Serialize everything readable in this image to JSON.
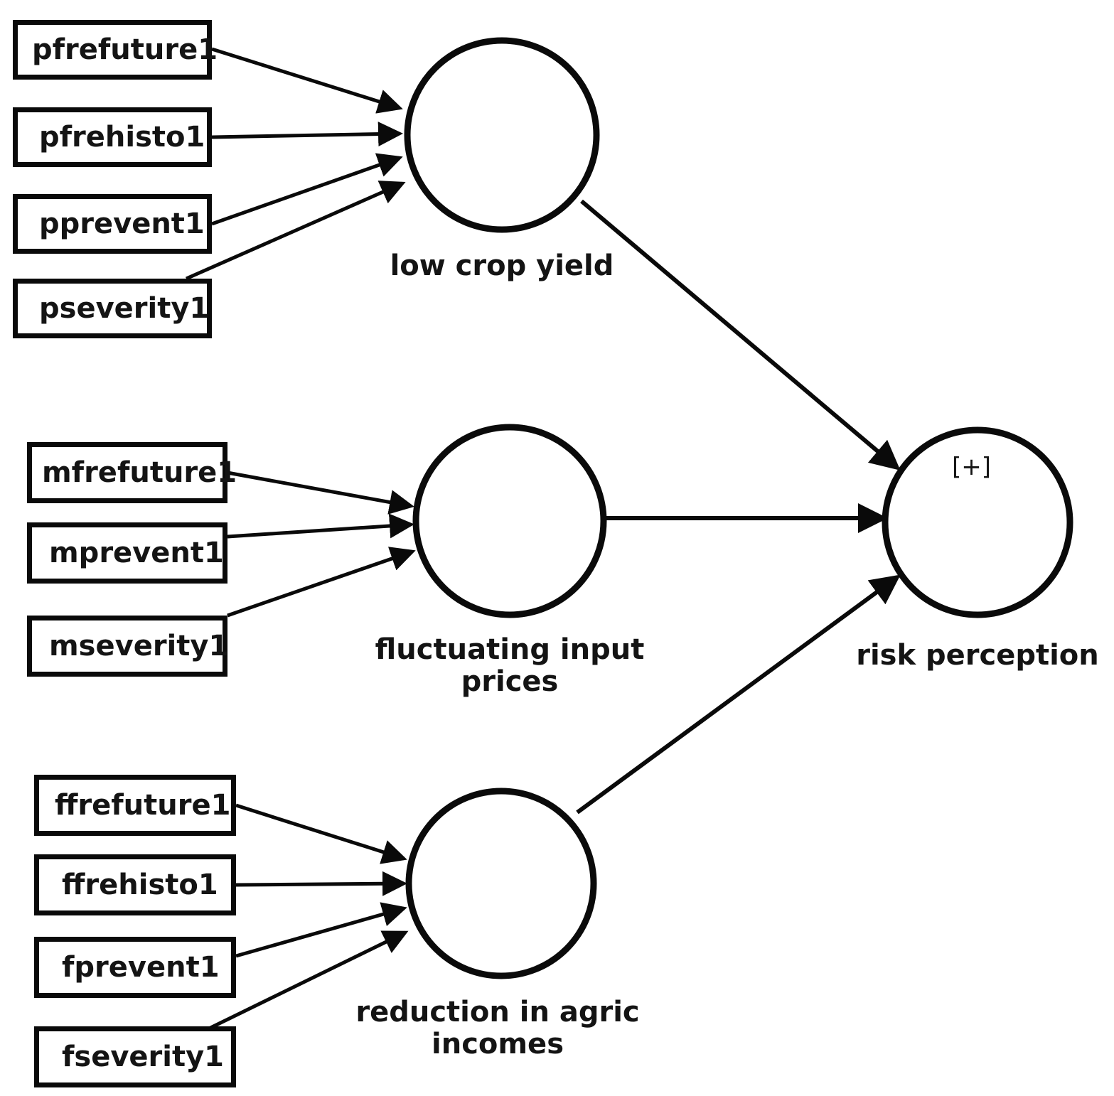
{
  "diagram": {
    "type": "structural-equation-model-path-diagram",
    "background_color": "#ffffff",
    "stroke_color": "#0a0a0a",
    "text_color": "#141414",
    "outcome_sign": "[+]",
    "constructs": [
      {
        "id": "low-crop-yield",
        "label": "low crop yield",
        "label_lines": [
          "low crop yield"
        ],
        "indicators": [
          "pfrefuture1",
          "pfrehisto1",
          "pprevent1",
          "pseverity1"
        ]
      },
      {
        "id": "fluctuating-input-prices",
        "label": "fluctuating input prices",
        "label_lines": [
          "fluctuating input",
          "prices"
        ],
        "indicators": [
          "mfrefuture1",
          "mprevent1",
          "mseverity1"
        ]
      },
      {
        "id": "reduction-in-agric-incomes",
        "label": "reduction in agric incomes",
        "label_lines": [
          "reduction in agric",
          "incomes"
        ],
        "indicators": [
          "ffrefuture1",
          "ffrehisto1",
          "fprevent1",
          "fseverity1"
        ]
      },
      {
        "id": "risk-perception",
        "label": "risk perception",
        "label_lines": [
          "risk perception"
        ],
        "indicators": []
      }
    ],
    "indicator_boxes": [
      {
        "id": "pfrefuture1",
        "label": "pfrefuture1",
        "group": "low-crop-yield"
      },
      {
        "id": "pfrehisto1",
        "label": "pfrehisto1",
        "group": "low-crop-yield"
      },
      {
        "id": "pprevent1",
        "label": "pprevent1",
        "group": "low-crop-yield"
      },
      {
        "id": "pseverity1",
        "label": "pseverity1",
        "group": "low-crop-yield"
      },
      {
        "id": "mfrefuture1",
        "label": "mfrefuture1",
        "group": "fluctuating-input-prices"
      },
      {
        "id": "mprevent1",
        "label": "mprevent1",
        "group": "fluctuating-input-prices"
      },
      {
        "id": "mseverity1",
        "label": "mseverity1",
        "group": "fluctuating-input-prices"
      },
      {
        "id": "ffrefuture1",
        "label": "ffrefuture1",
        "group": "reduction-in-agric-incomes"
      },
      {
        "id": "ffrehisto1",
        "label": "ffrehisto1",
        "group": "reduction-in-agric-incomes"
      },
      {
        "id": "fprevent1",
        "label": "fprevent1",
        "group": "reduction-in-agric-incomes"
      },
      {
        "id": "fseverity1",
        "label": "fseverity1",
        "group": "reduction-in-agric-incomes"
      }
    ],
    "paths": [
      {
        "from": "low-crop-yield",
        "to": "risk-perception"
      },
      {
        "from": "fluctuating-input-prices",
        "to": "risk-perception"
      },
      {
        "from": "reduction-in-agric-incomes",
        "to": "risk-perception"
      }
    ]
  }
}
